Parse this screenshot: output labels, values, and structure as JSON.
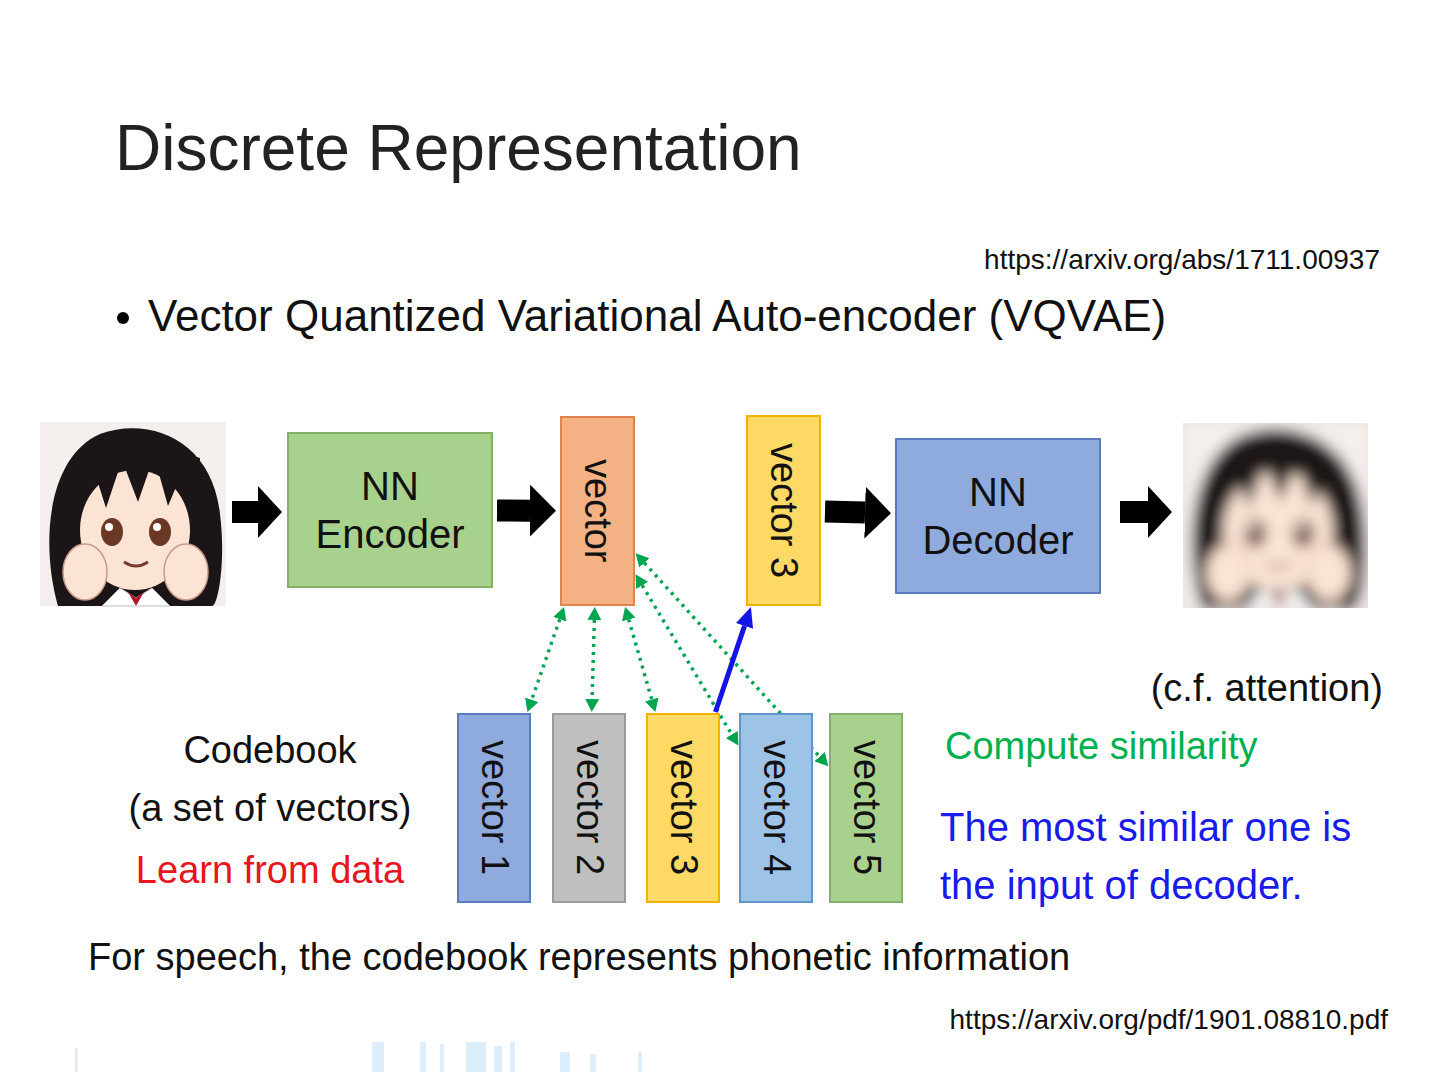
{
  "diagram": {
    "title": "Discrete Representation",
    "nodes": [
      {
        "text": [
          "NN Encoder"
        ]
      },
      {
        "text": [
          "vector"
        ]
      },
      {
        "text": [
          "vector 3"
        ]
      },
      {
        "text": [
          "NN Decoder"
        ]
      },
      {
        "text": [
          "vector 1"
        ]
      },
      {
        "text": [
          "vector 2"
        ]
      },
      {
        "text": [
          "vector 3"
        ]
      },
      {
        "text": [
          "vector 4"
        ]
      },
      {
        "text": [
          "vector 5"
        ]
      }
    ],
    "edges": [
      {
        "from": 0,
        "to": 1,
        "arrow": "to"
      },
      {
        "from": 1,
        "to": 4,
        "arrow": "both"
      },
      {
        "from": 1,
        "to": 5,
        "arrow": "both"
      },
      {
        "from": 1,
        "to": 6,
        "arrow": "both"
      },
      {
        "from": 1,
        "to": 7,
        "arrow": "both"
      },
      {
        "from": 1,
        "to": 8,
        "arrow": "both"
      },
      {
        "from": 6,
        "to": 2,
        "arrow": "to"
      },
      {
        "from": 2,
        "to": 3,
        "arrow": "to"
      }
    ],
    "labels": [
      "https://arxiv.org/abs/1711.00937",
      "Vector Quantized Variational Auto-encoder (VQVAE)",
      "(c.f. attention)",
      "Compute similarity",
      "The most similar one is the input of decoder.",
      "Codebook",
      "(a set of vectors)",
      "Learn from data",
      "For speech, the codebook represents phonetic information",
      "https://arxiv.org/pdf/1901.08810.pdf"
    ]
  }
}
